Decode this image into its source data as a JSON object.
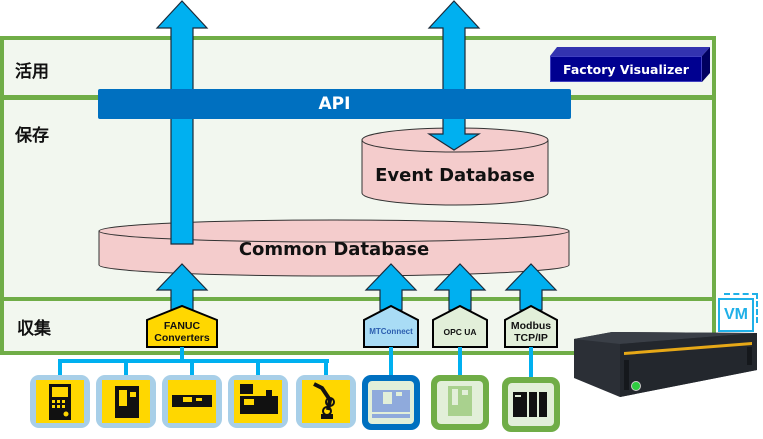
{
  "layers": {
    "utilize": {
      "label": "活用"
    },
    "store": {
      "label": "保存"
    },
    "collect": {
      "label": "収集"
    }
  },
  "api": {
    "label": "API"
  },
  "factory_visualizer": {
    "label": "Factory Visualizer"
  },
  "databases": {
    "event": {
      "label": "Event Database"
    },
    "common": {
      "label": "Common Database"
    }
  },
  "protocols": [
    {
      "name": "fanuc-converters",
      "line1": "FANUC",
      "line2": "Converters",
      "fill": "#ffd700"
    },
    {
      "name": "mtconnect",
      "line1": "MTConnect",
      "line2": "",
      "fill": "#a9dcf5"
    },
    {
      "name": "opc-ua",
      "line1": "OPC UA",
      "line2": "",
      "fill": "#e2efd9"
    },
    {
      "name": "modbus-tcp-ip",
      "line1": "Modbus",
      "line2": "TCP/IP",
      "fill": "#e2efd9"
    }
  ],
  "devices": {
    "fanuc": [
      "cnc-controller",
      "machining-center",
      "lathe",
      "injection-molding-machine",
      "robot-arm"
    ],
    "mtconnect": [
      "lathe"
    ],
    "opcua": [
      "machining-center"
    ],
    "modbus": [
      "plc"
    ]
  },
  "vm": {
    "label": "VM"
  },
  "colors": {
    "layer_border": "#70ad47",
    "layer_bg": "#f2f7ef",
    "api": "#0070c0",
    "arrow": "#00b0f0",
    "database": "#f4cccc",
    "fanuc_yellow": "#ffd700",
    "factory_visualizer": "#000090"
  }
}
